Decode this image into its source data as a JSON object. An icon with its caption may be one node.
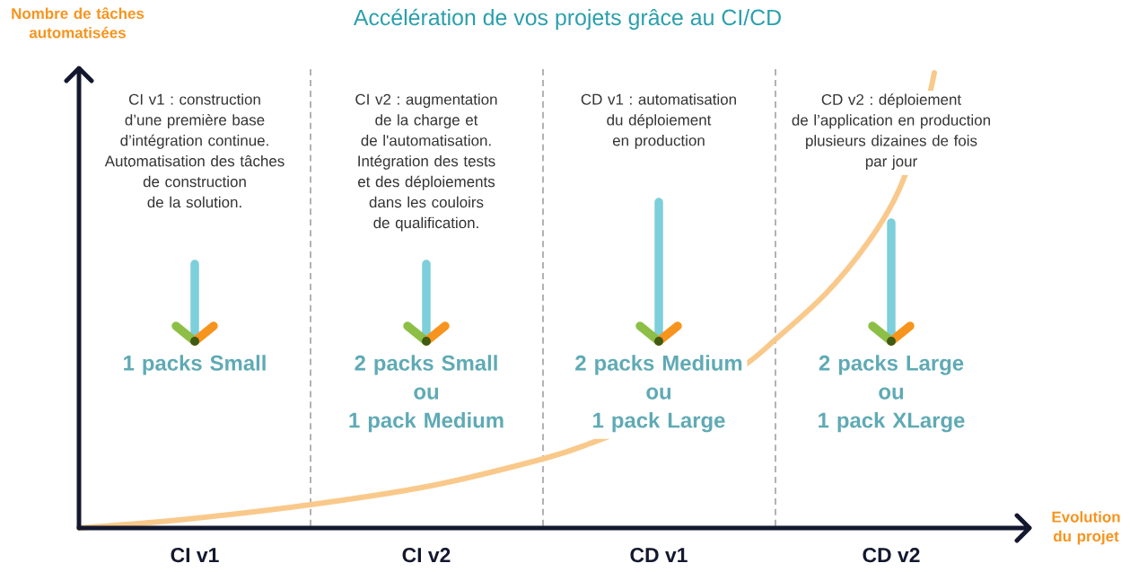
{
  "diagram": {
    "title": "Accélération de vos projets grâce au CI/CD",
    "nodes": [
      {
        "text": [
          "CI v1 : construction d’une première base d’intégration continue. Automatisation des tâches de construction de la solution."
        ]
      },
      {
        "text": [
          "CI v2 : augmentation de la charge et de l'automatisation. Intégration des tests et des déploiements dans les couloirs de qualification."
        ]
      },
      {
        "text": [
          "CD v1 : automatisation du déploiement en production"
        ]
      },
      {
        "text": [
          "CD v2 : déploiement de l’application en production plusieurs dizaines de fois par jour"
        ]
      },
      {
        "text": [
          "1 packs Small"
        ]
      },
      {
        "text": [
          "2 packs Small ou 1 pack Medium"
        ]
      },
      {
        "text": [
          "2 packs Medium ou 1 pack Large"
        ]
      },
      {
        "text": [
          "2 packs Large ou 1 pack XLarge"
        ]
      }
    ],
    "edges": [
      {
        "from": 0,
        "to": 4,
        "arrow": "to"
      },
      {
        "from": 1,
        "to": 5,
        "arrow": "to"
      },
      {
        "from": 2,
        "to": 6,
        "arrow": "to"
      },
      {
        "from": 3,
        "to": 7,
        "arrow": "to"
      }
    ],
    "labels": [
      "Nombre de tâches automatisées",
      "Evolution du projet",
      "CI v1",
      "CI v2",
      "CD v1",
      "CD v2"
    ]
  }
}
